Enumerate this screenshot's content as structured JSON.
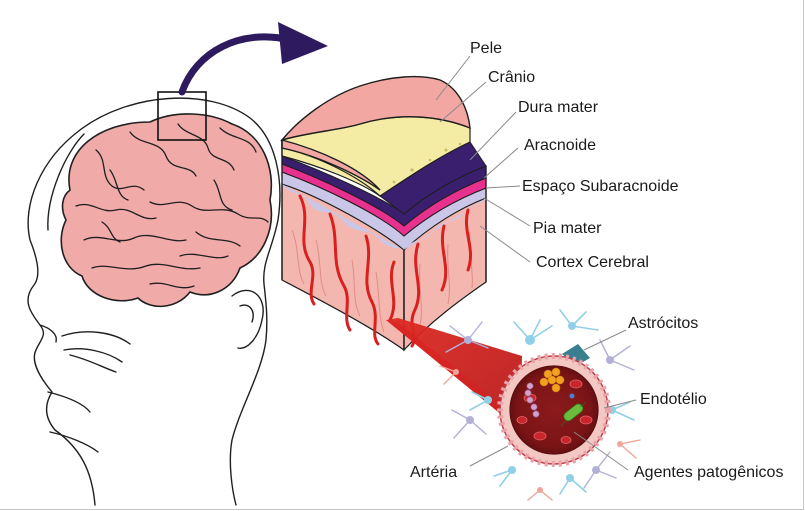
{
  "labels": {
    "pele": "Pele",
    "cranio": "Crânio",
    "dura_mater": "Dura mater",
    "aracnoide": "Aracnoide",
    "espaco_subaracnoide": "Espaço Subaracnoide",
    "pia_mater": "Pia mater",
    "cortex_cerebral": "Cortex Cerebral",
    "astrocitos": "Astrócitos",
    "endotelio": "Endotélio",
    "arteria": "Artéria",
    "agentes_patogenicos": "Agentes patogênicos"
  },
  "colors": {
    "skin": "#f2a7a3",
    "skull": "#f4eca5",
    "dura": "#3a1f6e",
    "arachnoid": "#e8318e",
    "pia": "#c9c6e8",
    "cortex": "#f4b7b0",
    "vessel": "#d8201f",
    "brain": "#f0aaa8",
    "arrow": "#2e1a5e",
    "astrocyte": "#8fd0e8",
    "pathogen_bacteria": "#6cbb3c",
    "pathogen_cluster": "#f2a020"
  }
}
